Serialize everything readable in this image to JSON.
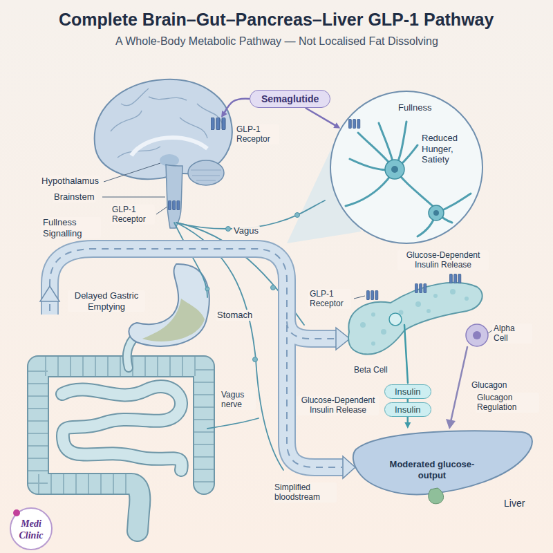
{
  "diagram": {
    "title": "Complete Brain–Gut–Pancreas–Liver GLP-1 Pathway",
    "nodes": [
      {
        "text": [
          "Semaglutide"
        ]
      },
      {
        "text": [
          "Fullness",
          "Reduced Hunger, Satiety"
        ]
      },
      {
        "text": [
          "Insulin"
        ]
      },
      {
        "text": [
          "Insulin"
        ]
      },
      {
        "text": [
          "Moderated glucose-output",
          "Liver"
        ]
      }
    ],
    "edges": [
      {
        "from": 0,
        "to": 1,
        "arrow": "to"
      },
      {
        "from": 2,
        "to": 3,
        "arrow": "none"
      },
      {
        "from": 3,
        "to": 4,
        "arrow": "to"
      }
    ],
    "labels": [
      "A Whole-Body Metabolic Pathway — Not Localised Fat Dissolving",
      "GLP-1 Receptor",
      "Hypothalamus",
      "Brainstem",
      "GLP-1 Receptor",
      "Fullness Signalling",
      "Vagus",
      "Delayed Gastric Emptying",
      "Stomach",
      "GLP-1 Receptor",
      "Glucose-Dependent Insulin Release",
      "Alpha Cell",
      "Beta Cell",
      "Glucagon",
      "Glucagon Regulation",
      "Glucose-Dependent Insulin Release",
      "Vagus nerve",
      "Simplified bloodstream",
      "Medi Clinic"
    ]
  }
}
